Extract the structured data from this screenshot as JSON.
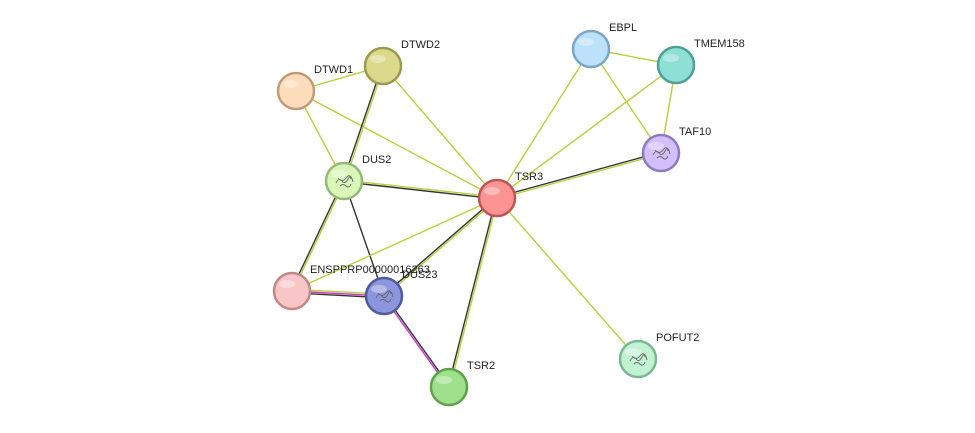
{
  "nodes": [
    {
      "id": "DTWD2",
      "label": "DTWD2",
      "color": "#dbd98c",
      "stroke": "#9a9a50",
      "structure": false
    },
    {
      "id": "DTWD1",
      "label": "DTWD1",
      "color": "#fddcbc",
      "stroke": "#c29a78",
      "structure": false
    },
    {
      "id": "EBPL",
      "label": "EBPL",
      "color": "#bde1fb",
      "stroke": "#7aa6c8",
      "structure": false
    },
    {
      "id": "TMEM158",
      "label": "TMEM158",
      "color": "#8edfd6",
      "stroke": "#4f9f95",
      "structure": false
    },
    {
      "id": "TAF10",
      "label": "TAF10",
      "color": "#d2bffc",
      "stroke": "#8f7ac0",
      "structure": true
    },
    {
      "id": "DUS2",
      "label": "DUS2",
      "color": "#d8f7b8",
      "stroke": "#98b878",
      "structure": true
    },
    {
      "id": "TSR3",
      "label": "TSR3",
      "color": "#fd9494",
      "stroke": "#c05454",
      "structure": false
    },
    {
      "id": "ENSPPRP00000016263",
      "label": "ENSPPRP00000016263",
      "color": "#f8c6c6",
      "stroke": "#c08888",
      "structure": false
    },
    {
      "id": "DUS23",
      "label": "DUS23",
      "color": "#8c96dc",
      "stroke": "#4f5aa0",
      "structure": true
    },
    {
      "id": "TSR2",
      "label": "TSR2",
      "color": "#9fe08c",
      "stroke": "#5fa04c",
      "structure": false
    },
    {
      "id": "POFUT2",
      "label": "POFUT2",
      "color": "#c2f2d4",
      "stroke": "#7ab892",
      "structure": true
    }
  ],
  "edges": [
    {
      "source": "DTWD1",
      "target": "DTWD2",
      "colors": [
        "#b4d23c"
      ]
    },
    {
      "source": "DTWD1",
      "target": "DUS2",
      "colors": [
        "#b4d23c"
      ]
    },
    {
      "source": "DTWD1",
      "target": "TSR3",
      "colors": [
        "#b4d23c"
      ]
    },
    {
      "source": "DTWD2",
      "target": "DUS2",
      "colors": [
        "#b4d23c",
        "#333333"
      ]
    },
    {
      "source": "DTWD2",
      "target": "TSR3",
      "colors": [
        "#b4d23c"
      ]
    },
    {
      "source": "EBPL",
      "target": "TMEM158",
      "colors": [
        "#b4d23c"
      ]
    },
    {
      "source": "EBPL",
      "target": "TAF10",
      "colors": [
        "#b4d23c"
      ]
    },
    {
      "source": "EBPL",
      "target": "TSR3",
      "colors": [
        "#b4d23c"
      ]
    },
    {
      "source": "TMEM158",
      "target": "TAF10",
      "colors": [
        "#b4d23c"
      ]
    },
    {
      "source": "TMEM158",
      "target": "TSR3",
      "colors": [
        "#b4d23c"
      ]
    },
    {
      "source": "TAF10",
      "target": "TSR3",
      "colors": [
        "#b4d23c",
        "#333333"
      ]
    },
    {
      "source": "DUS2",
      "target": "TSR3",
      "colors": [
        "#b4d23c",
        "#333333"
      ]
    },
    {
      "source": "DUS2",
      "target": "ENSPPRP00000016263",
      "colors": [
        "#b4d23c",
        "#333333"
      ]
    },
    {
      "source": "DUS2",
      "target": "DUS23",
      "colors": [
        "#333333"
      ]
    },
    {
      "source": "TSR3",
      "target": "ENSPPRP00000016263",
      "colors": [
        "#b4d23c"
      ]
    },
    {
      "source": "TSR3",
      "target": "DUS23",
      "colors": [
        "#b4d23c",
        "#333333"
      ]
    },
    {
      "source": "TSR3",
      "target": "TSR2",
      "colors": [
        "#b4d23c",
        "#333333"
      ]
    },
    {
      "source": "TSR3",
      "target": "POFUT2",
      "colors": [
        "#b4d23c"
      ]
    },
    {
      "source": "ENSPPRP00000016263",
      "target": "DUS23",
      "colors": [
        "#b4d23c",
        "#cc33cc",
        "#333333"
      ]
    },
    {
      "source": "DUS23",
      "target": "TSR2",
      "colors": [
        "#333333",
        "#cc33cc"
      ]
    }
  ]
}
